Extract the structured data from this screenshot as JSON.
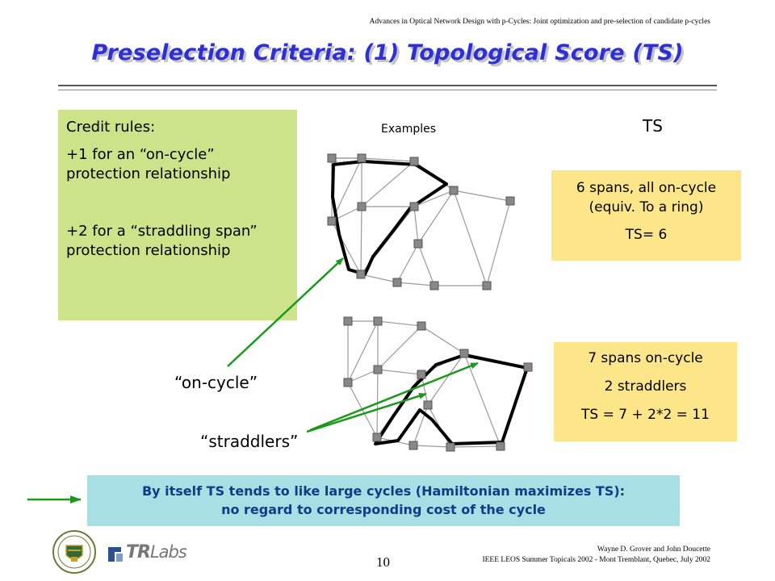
{
  "header": {
    "note": "Advances in Optical Network Design with p-Cycles: Joint optimization and pre-selection of candidate p-cycles",
    "title": "Preselection Criteria: (1) Topological Score (TS)"
  },
  "credit_rules": {
    "heading": "Credit rules:",
    "rule1_line1": "+1 for an “on-cycle”",
    "rule1_line2": "protection relationship",
    "rule2_line1": "+2 for a “straddling span”",
    "rule2_line2": "protection relationship"
  },
  "labels": {
    "examples": "Examples",
    "ts_header": "TS",
    "on_cycle": "“on-cycle”",
    "straddlers": "“straddlers”"
  },
  "example1": {
    "line1": "6 spans, all on-cycle",
    "line2": "(equiv. To a ring)",
    "line3": "TS= 6"
  },
  "example2": {
    "line1": "7 spans on-cycle",
    "line2": "2 straddlers",
    "line3": "TS = 7 + 2*2 = 11"
  },
  "note": {
    "line1": "By itself TS tends to like large cycles (Hamiltonian maximizes TS):",
    "line2": "no regard to corresponding  cost of the cycle"
  },
  "footer": {
    "page_number": "10",
    "authors": "Wayne D. Grover and John Doucette",
    "venue": "IEEE LEOS Summer Topicals 2002 - Mont Tremblant, Quebec, July 2002",
    "logo_tr": "TR",
    "logo_labs": "Labs"
  },
  "colors": {
    "title": "#2f2fd8",
    "credit_box": "#cde38a",
    "ts_box": "#fde68a",
    "note_box": "#a8dfe4",
    "note_text": "#123a87",
    "arrow": "#1a9a1a"
  }
}
